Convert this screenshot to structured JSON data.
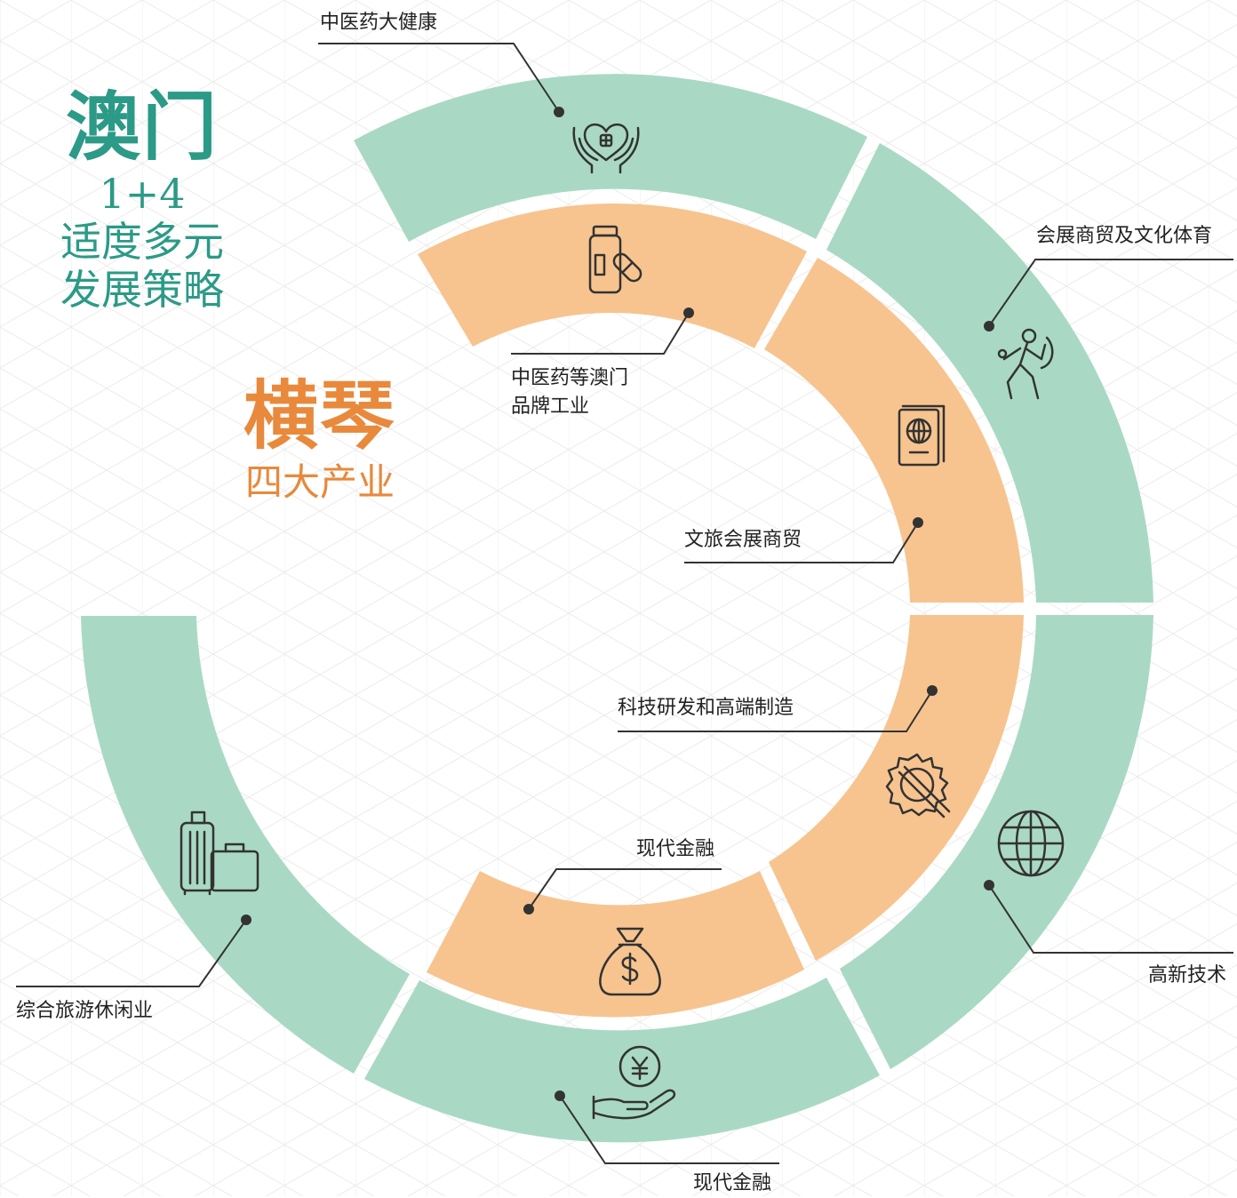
{
  "macau": {
    "title": "澳门",
    "formula": "1+4",
    "line1": "适度多元",
    "line2": "发展策略"
  },
  "hengqin": {
    "title": "横琴",
    "subtitle": "四大产业"
  },
  "outer_labels": {
    "tcm_health": "中医药大健康",
    "mice_culture_sports": "会展商贸及文化体育",
    "high_tech": "高新技术",
    "finance": "现代金融",
    "tourism": "综合旅游休闲业"
  },
  "inner_labels": {
    "tcm_brand_line1": "中医药等澳门",
    "tcm_brand_line2": "品牌工业",
    "tourism_mice": "文旅会展商贸",
    "tech_manufacturing": "科技研发和高端制造",
    "finance": "现代金融"
  },
  "colors": {
    "outer_ring": "#a9d9c4",
    "inner_ring": "#f7c48f",
    "macau_accent": "#2b9a86",
    "hengqin_accent": "#e8893c",
    "line": "#333333"
  },
  "icons": {
    "health": "hands-heart-icon",
    "medicine": "medicine-bottle-icon",
    "sports": "sports-culture-icon",
    "passport": "passport-icon",
    "gear": "gear-wrench-icon",
    "globe": "globe-icon",
    "money_bag": "money-bag-icon",
    "yen_hand": "yen-hand-icon",
    "luggage": "luggage-icon"
  }
}
